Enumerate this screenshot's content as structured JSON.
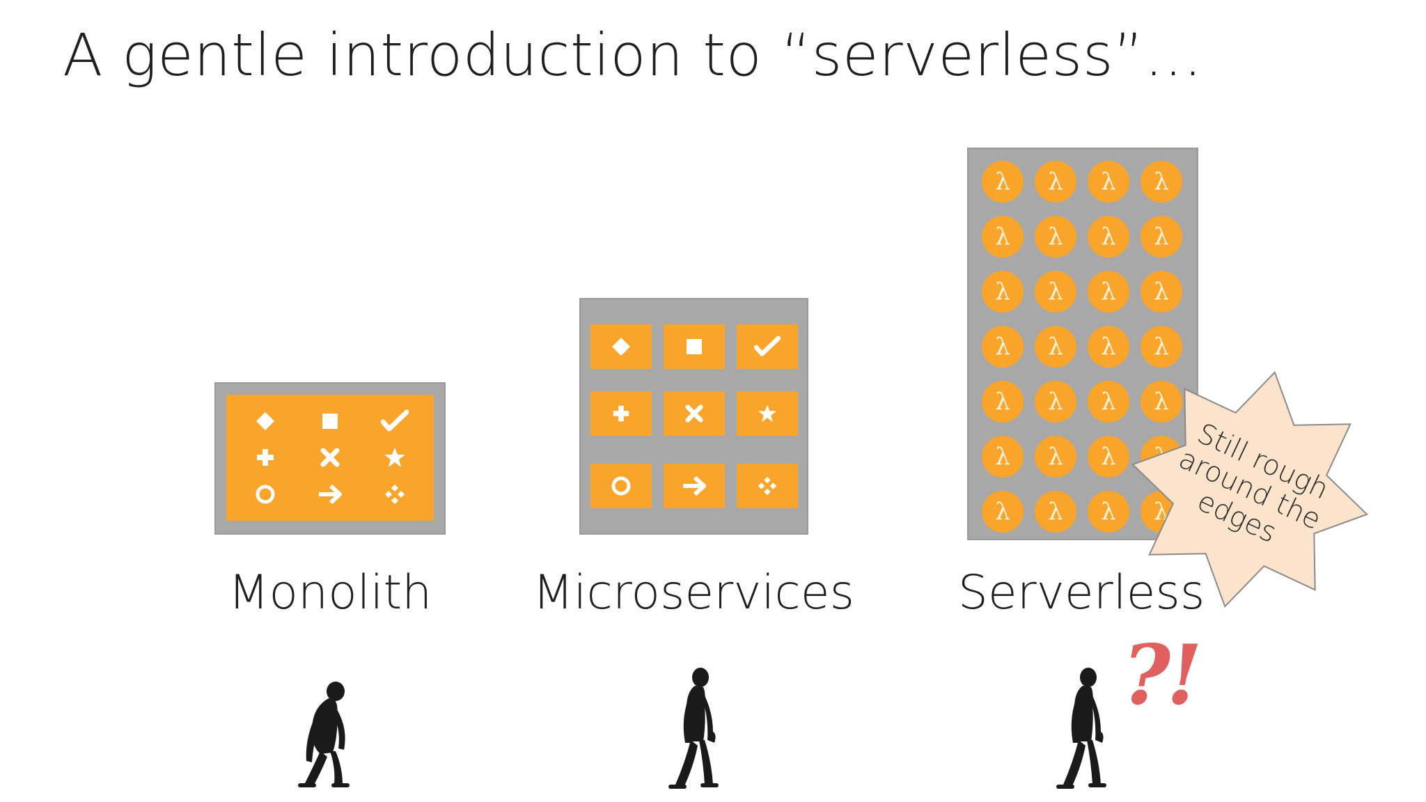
{
  "title": "A gentle introduction to “serverless”…",
  "colors": {
    "panel": "#a8a8a8",
    "orange": "#f9a52b",
    "starburst": "#fbe3cc",
    "starburst_border": "#8a8a8a",
    "exclaim": "#e06060"
  },
  "monolith": {
    "label": "Monolith",
    "icons": [
      "diamond-icon",
      "square-icon",
      "check-icon",
      "plus-icon",
      "x-icon",
      "star-icon",
      "circle-icon",
      "arrow-right-icon",
      "four-dots-icon"
    ]
  },
  "microservices": {
    "label": "Microservices",
    "icons": [
      "diamond-icon",
      "square-icon",
      "check-icon",
      "plus-icon",
      "x-icon",
      "star-icon",
      "circle-icon",
      "arrow-right-icon",
      "four-dots-icon"
    ]
  },
  "serverless": {
    "label": "Serverless",
    "function_symbol": "λ",
    "grid_rows": 7,
    "grid_cols": 4
  },
  "starburst": {
    "lines": [
      "Still rough",
      "around the",
      "edges"
    ]
  },
  "exclamation": "?!",
  "figures": [
    "ape-figure",
    "early-human-figure",
    "early-human-figure"
  ]
}
